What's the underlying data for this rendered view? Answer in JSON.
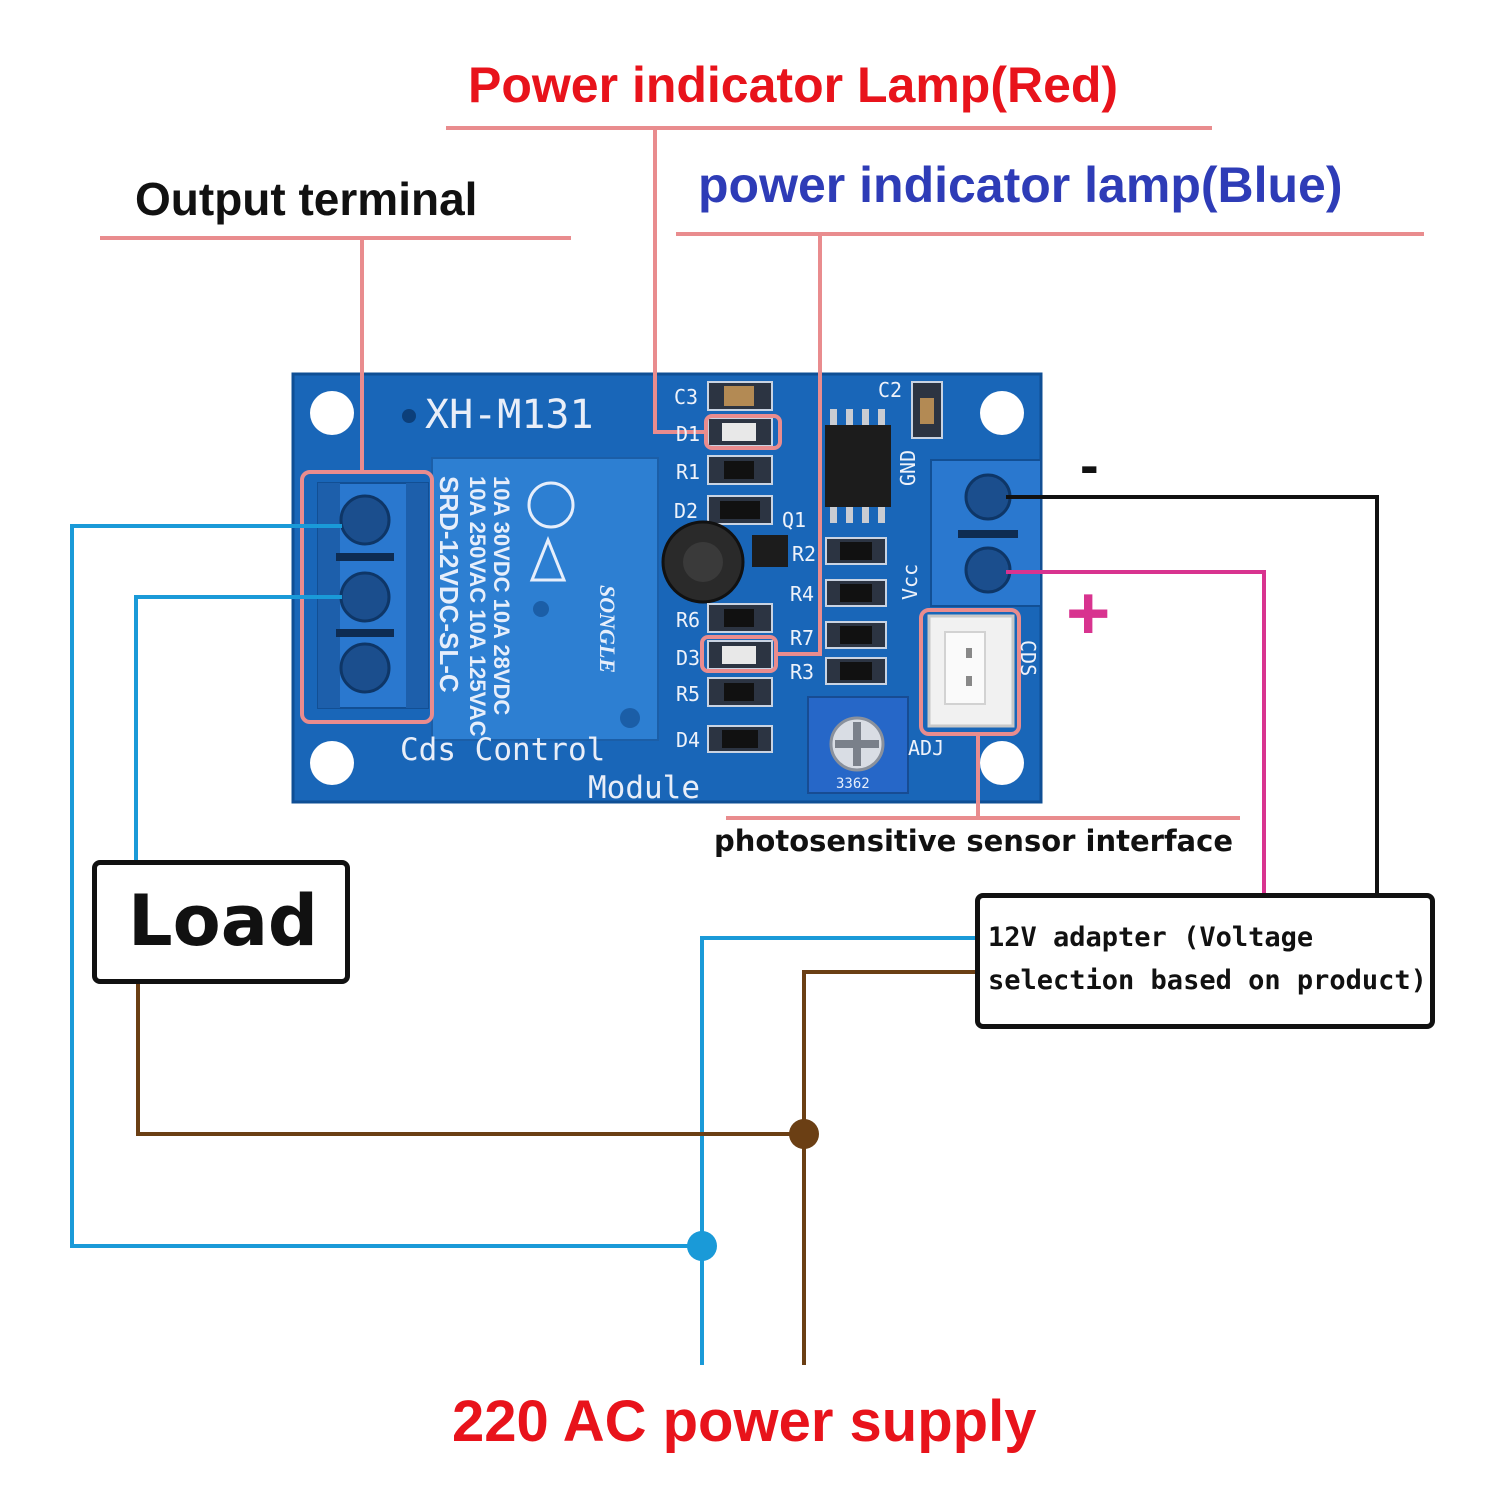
{
  "labels": {
    "power_red": "Power indicator Lamp(Red)",
    "output_terminal": "Output terminal",
    "power_blue": "power indicator lamp(Blue)",
    "sensor_interface": "photosensitive sensor interface",
    "load": "Load",
    "adapter_line1": "12V adapter (Voltage",
    "adapter_line2": "selection based on product)",
    "supply": "220 AC power supply",
    "minus": "-",
    "plus": "+"
  },
  "board": {
    "model": "XH-M131",
    "title_line1": "Cds Control",
    "title_line2": "Module",
    "relay_text": [
      "SRD-12VDC-SL-C",
      "10A 250VAC 10A 125VAC",
      "10A 30VDC 10A 28VDC"
    ],
    "relay_brand": "SONGLE",
    "components": [
      "C3",
      "D1",
      "R1",
      "D2",
      "Q1",
      "R2",
      "R4",
      "R6",
      "R7",
      "D3",
      "R3",
      "R5",
      "D4",
      "C2",
      "GND",
      "Vcc",
      "CDS",
      "ADJ"
    ],
    "pot_code": "3362"
  },
  "colors": {
    "red_label": "#e8131b",
    "blue_label": "#2e3cb7",
    "callout_line": "#e98c8e",
    "live_wire": "#1a9ad8",
    "neutral_wire": "#6b3f14",
    "positive_wire": "#d8338f",
    "negative_wire": "#111111",
    "pcb": "#1966b8",
    "terminal": "#2a78cf"
  }
}
